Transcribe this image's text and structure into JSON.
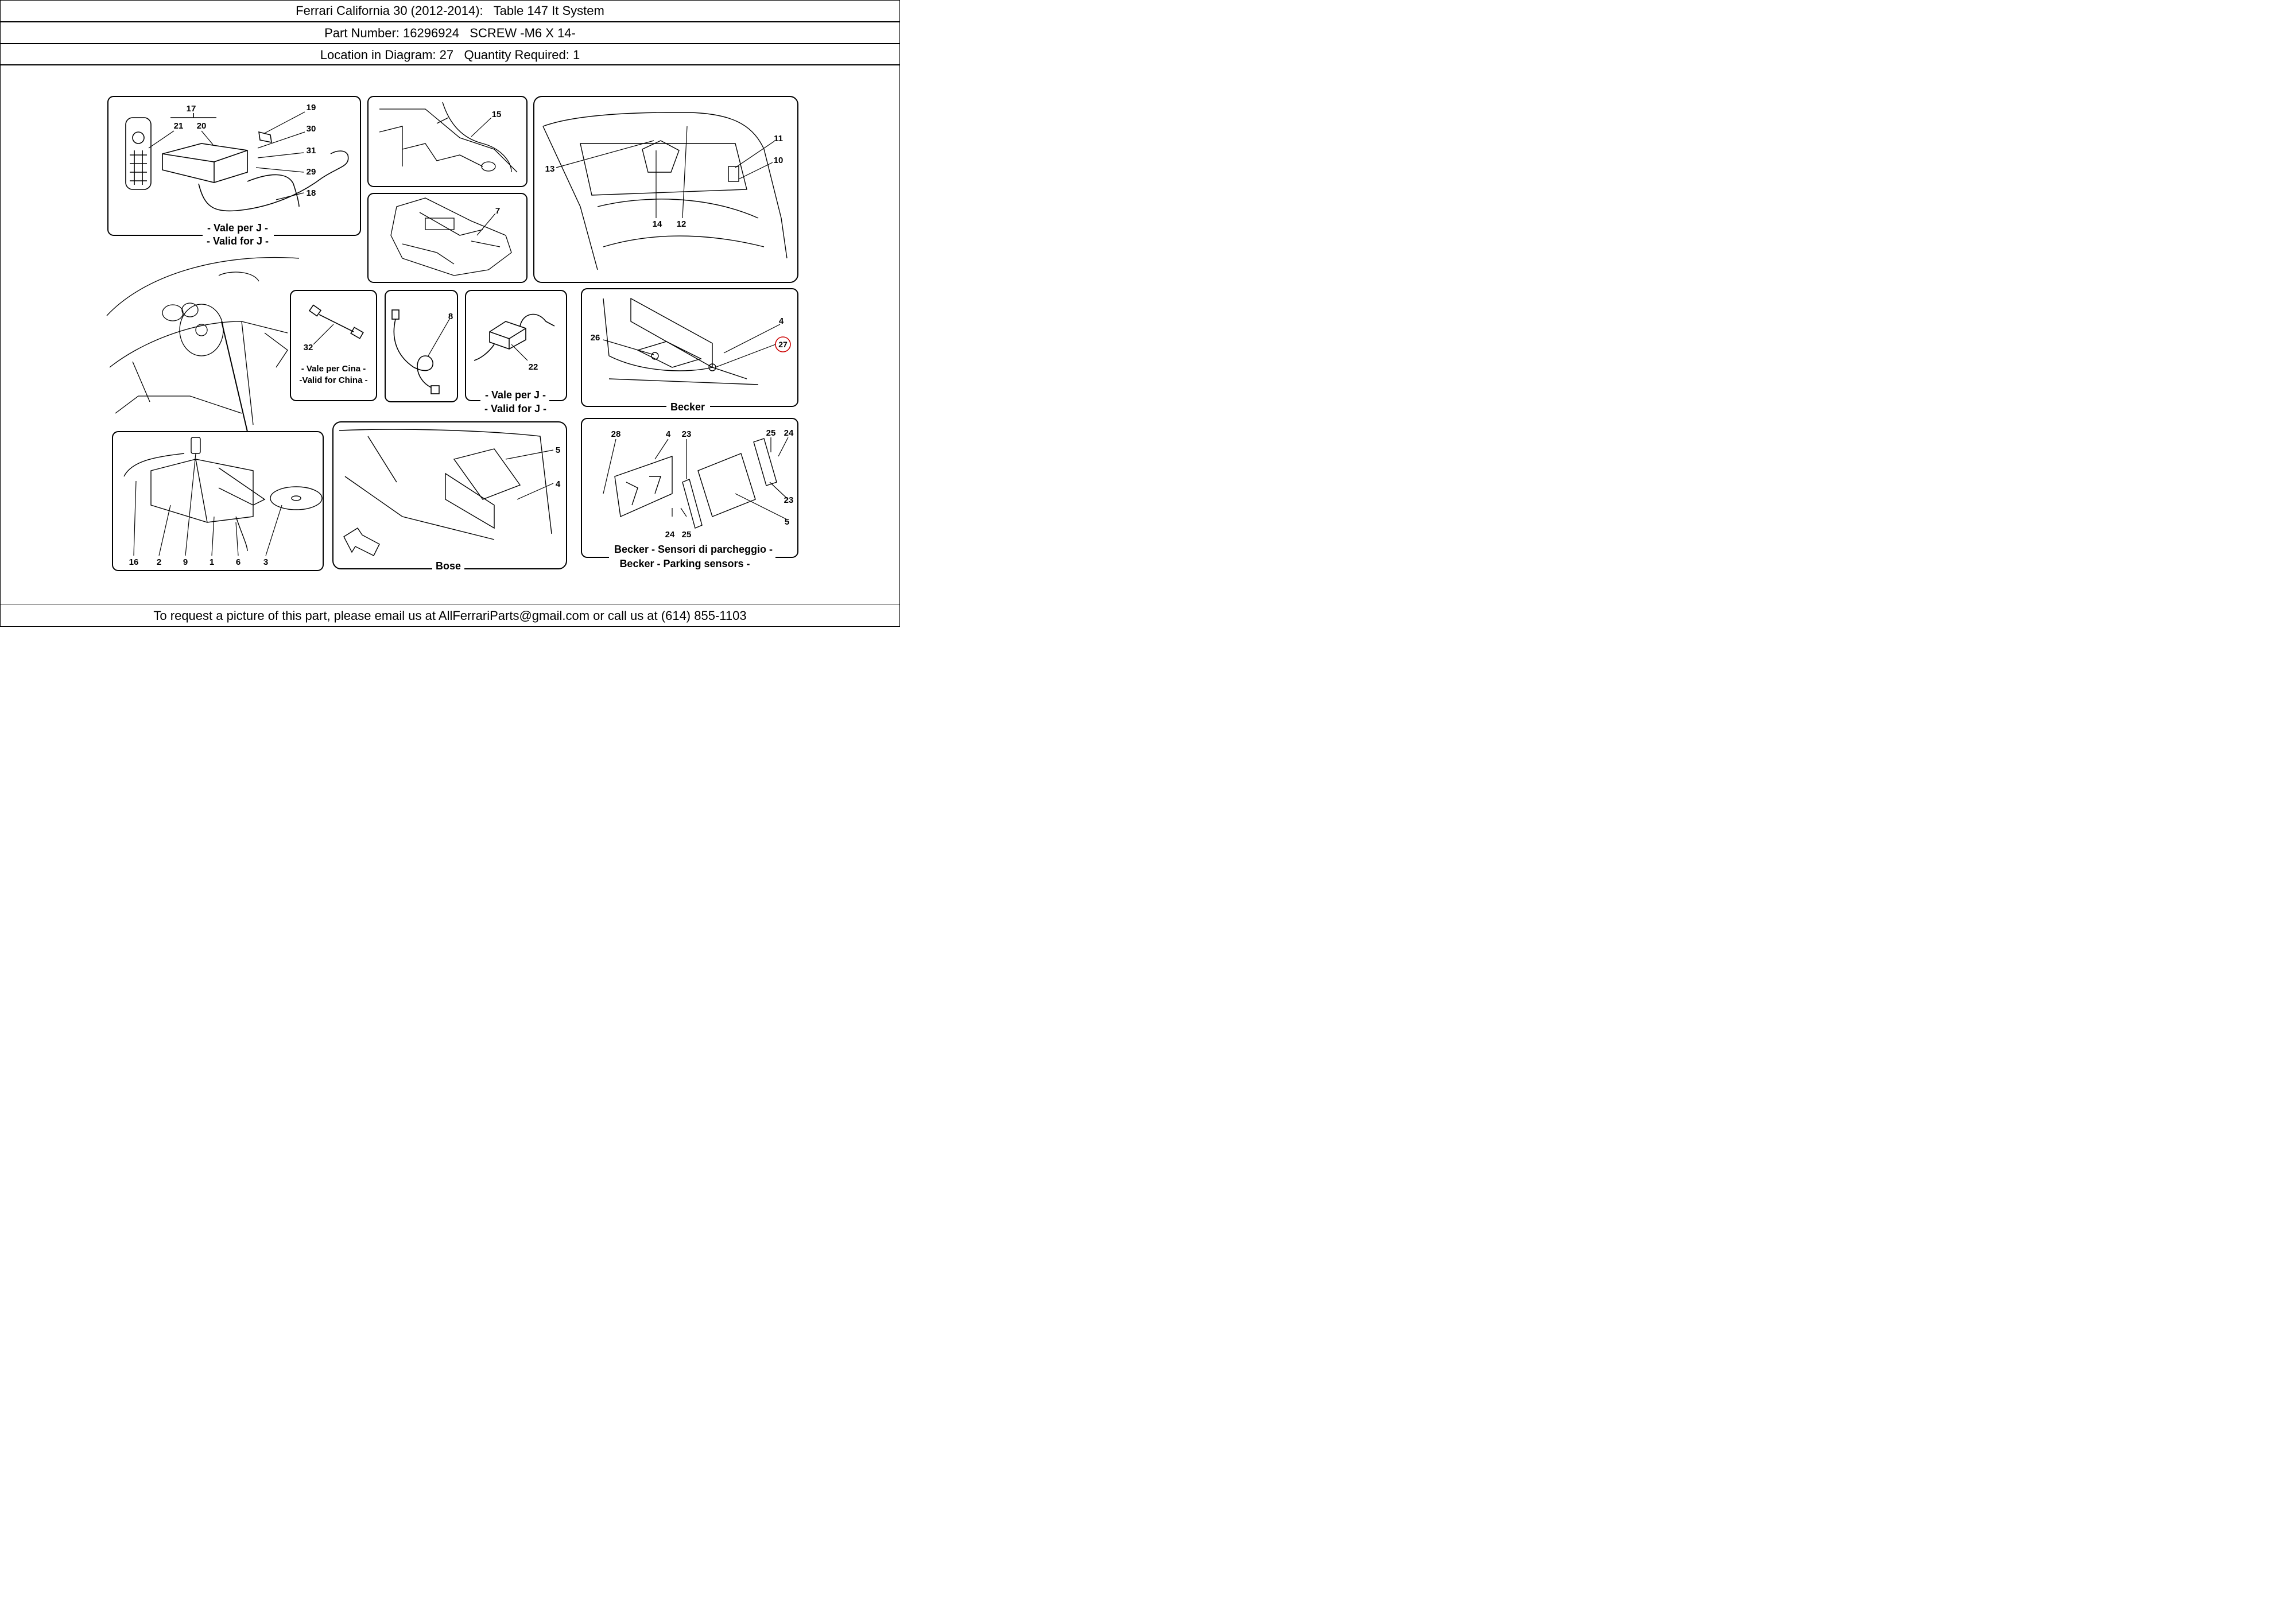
{
  "header": {
    "model": "Ferrari California 30 (2012-2014):",
    "table": "Table 147 It System",
    "part_number": "Part Number: 16296924",
    "part_desc": "SCREW -M6 X 14-",
    "location": "Location in Diagram: 27",
    "quantity": "Quantity Required: 1"
  },
  "panels": {
    "top_left": {
      "line1": "- Vale per J -",
      "line2": "- Valid for J -",
      "labels": [
        "17",
        "21",
        "20",
        "19",
        "30",
        "31",
        "29",
        "18"
      ]
    },
    "top_mid_a": {
      "labels": [
        "15"
      ]
    },
    "top_mid_b": {
      "labels": [
        "7"
      ]
    },
    "top_right": {
      "labels": [
        "11",
        "10",
        "13",
        "14",
        "12"
      ]
    },
    "china": {
      "line1": "- Vale per Cina -",
      "line2": "-Valid for China -",
      "labels": [
        "32"
      ]
    },
    "cable8": {
      "labels": [
        "8"
      ]
    },
    "box22": {
      "line1": "- Vale per J -",
      "line2": "- Valid for J -",
      "labels": [
        "22"
      ]
    },
    "becker": {
      "title": "Becker",
      "labels": [
        "4",
        "26",
        "27"
      ]
    },
    "head_unit": {
      "labels": [
        "16",
        "2",
        "9",
        "1",
        "6",
        "3"
      ]
    },
    "bose": {
      "title": "Bose",
      "labels": [
        "5",
        "4"
      ]
    },
    "sensors": {
      "line1": "Becker - Sensori di parcheggio -",
      "line2": "Becker - Parking sensors -",
      "labels": [
        "28",
        "4",
        "23",
        "25",
        "24",
        "23",
        "24",
        "25",
        "5"
      ]
    }
  },
  "highlight": {
    "label": "27",
    "color": "#cc0000"
  },
  "footer": {
    "text": "To request a picture of this part, please email us at AllFerrariParts@gmail.com or call us at (614) 855-1103"
  }
}
